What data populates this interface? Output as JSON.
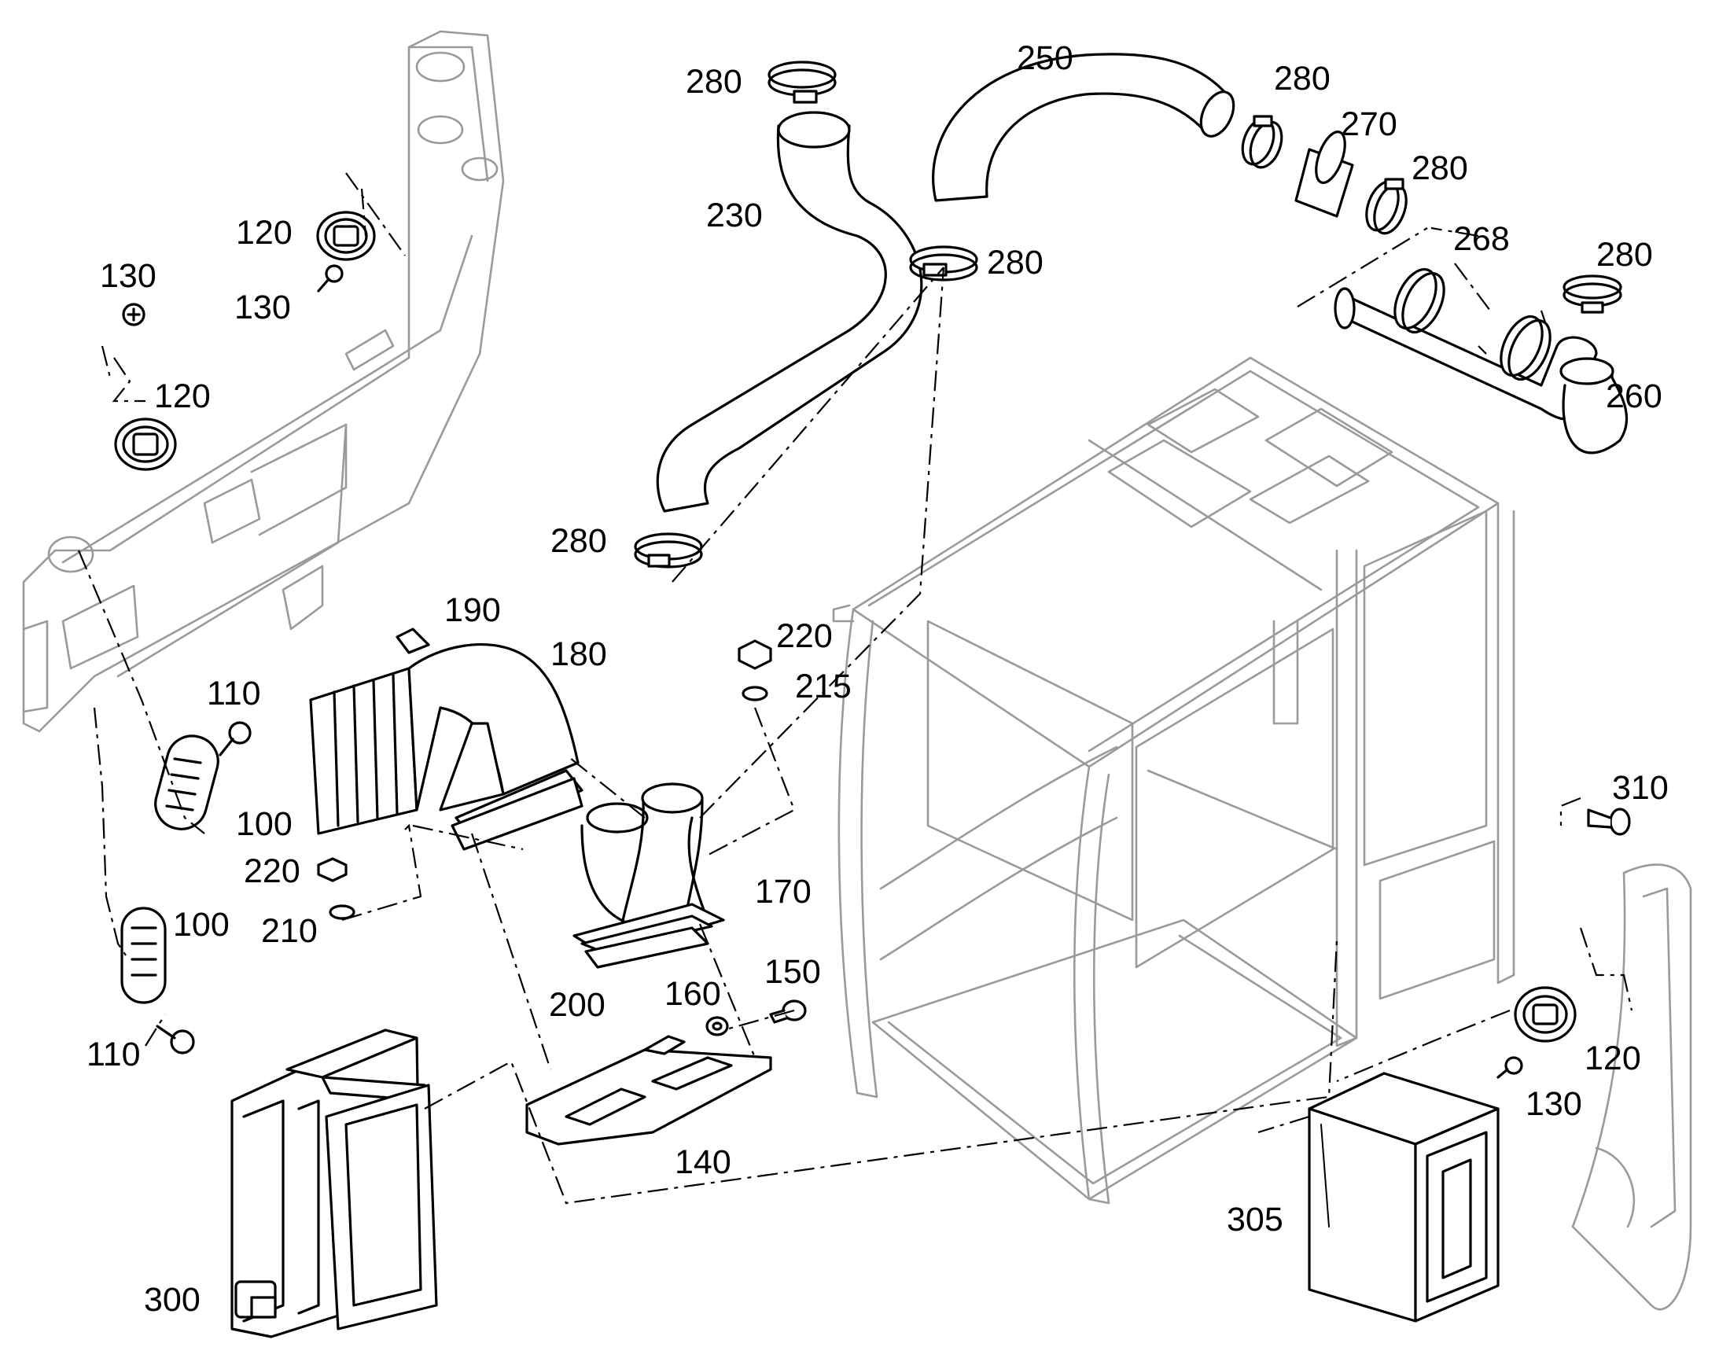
{
  "callouts": {
    "c280_a": "280",
    "c250": "250",
    "c280_b": "280",
    "c270": "270",
    "c280_c": "280",
    "c230": "230",
    "c280_d": "280",
    "c268": "268",
    "c280_e": "280",
    "c120_a": "120",
    "c130_a": "130",
    "c130_b": "130",
    "c120_b": "120",
    "c260": "260",
    "c280_f": "280",
    "c190": "190",
    "c180": "180",
    "c220_a": "220",
    "c215": "215",
    "c110_a": "110",
    "c100_a": "100",
    "c310": "310",
    "c220_b": "220",
    "c170": "170",
    "c210": "210",
    "c100_b": "100",
    "c150": "150",
    "c160": "160",
    "c200": "200",
    "c120_c": "120",
    "c110_b": "110",
    "c130_c": "130",
    "c140": "140",
    "c305": "305",
    "c300": "300"
  }
}
